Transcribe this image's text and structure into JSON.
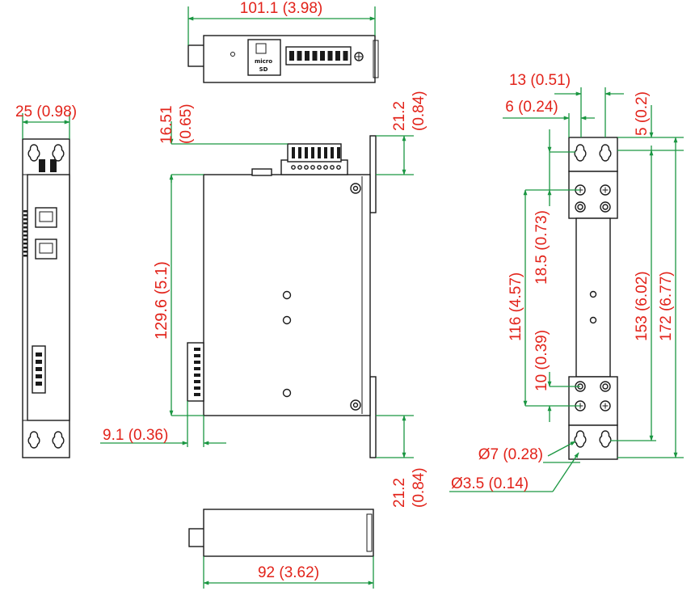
{
  "dimensions": {
    "top_width": "101.1 (3.98)",
    "side_width": "25 (0.98)",
    "terminal_height_mm": "16.51",
    "terminal_height_in": "(0.65)",
    "top_offset_mm": "21.2",
    "top_offset_in": "(0.84)",
    "body_height": "129.6 (5.1)",
    "front_offset": "9.1 (0.36)",
    "bottom_offset_mm": "21.2",
    "bottom_offset_in": "(0.84)",
    "bottom_width": "92 (3.62)",
    "hole_spacing_x": "13 (0.51)",
    "hole_offset_x": "6 (0.24)",
    "hole_offset_y": "5 (0.2)",
    "screw_gap_top": "18.5 (0.73)",
    "screw_span": "116 (4.57)",
    "screw_gap_bottom": "10 (0.39)",
    "hole_span": "153 (6.02)",
    "total_height": "172 (6.77)",
    "slot_diameter": "Ø7 (0.28)",
    "hole_diameter": "Ø3.5 (0.14)"
  },
  "labels": {
    "micro_sd_line1": "micro",
    "micro_sd_line2": "SD"
  },
  "colors": {
    "dimension_text": "#e2231a",
    "dimension_line": "#1a9641",
    "outline": "#1a1a1a"
  }
}
